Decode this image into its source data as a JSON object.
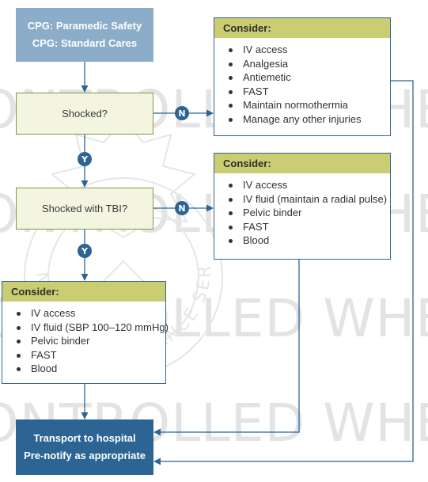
{
  "start": {
    "line1": "CPG: Paramedic Safety",
    "line2": "CPG: Standard Cares"
  },
  "decisions": [
    {
      "label": "Shocked?"
    },
    {
      "label": "Shocked with TBI?"
    }
  ],
  "badges": {
    "no": "N",
    "yes": "Y"
  },
  "consider_boxes": [
    {
      "title": "Consider:",
      "items": [
        "IV access",
        "Analgesia",
        "Antiemetic",
        "FAST",
        "Maintain normothermia",
        "Manage any other injuries"
      ]
    },
    {
      "title": "Consider:",
      "items": [
        "IV access",
        "IV fluid (maintain a radial pulse)",
        "Pelvic binder",
        "FAST",
        "Blood"
      ]
    },
    {
      "title": "Consider:",
      "items": [
        "IV access",
        "IV fluid (SBP 100–120 mmHg)",
        "Pelvic binder",
        "FAST",
        "Blood"
      ]
    }
  ],
  "end": {
    "line1": "Transport to hospital",
    "line2": "Pre-notify as appropriate"
  },
  "watermark": {
    "text": "UNCONTROLLED WHEN PRINTED",
    "seal_text": "QUEENSLAND AMBULANCE SERVICE"
  },
  "colors": {
    "primary_blue": "#2c6494",
    "light_blue": "#8cadc9",
    "header_yellow": "#cbcd72",
    "decision_fill": "#f3f5e1",
    "decision_border": "#7e9a41"
  }
}
